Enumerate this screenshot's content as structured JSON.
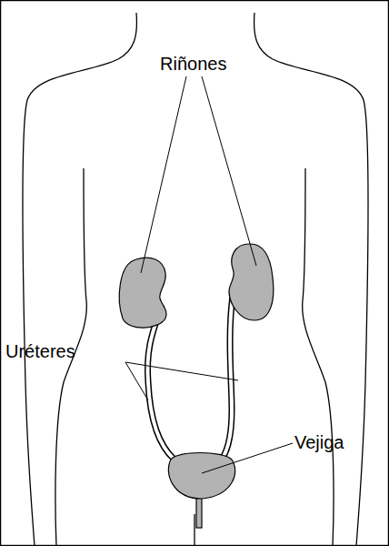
{
  "diagram": {
    "labels": [
      "Riñones",
      "Uréteres",
      "Vejiga"
    ]
  }
}
